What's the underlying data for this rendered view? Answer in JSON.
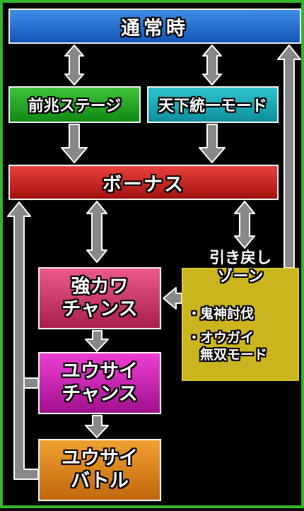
{
  "boxes": {
    "normal": "通常時",
    "zencho": "前兆ステージ",
    "tenka": "天下統一モード",
    "bonus": "ボーナス",
    "kyokawa": [
      "強カワ",
      "チャンス"
    ],
    "yusai_chance": [
      "ユウサイ",
      "チャンス"
    ],
    "yusai_battle": [
      "ユウサイ",
      "バトル"
    ]
  },
  "zone": {
    "title": [
      "引き戻し",
      "ゾーン"
    ],
    "bullet": "・",
    "items": [
      [
        "鬼神討伐"
      ],
      [
        "オウガイ",
        "無双モード"
      ]
    ]
  },
  "colors": {
    "frame": "#35b52c",
    "arrow_fill": "#888888",
    "arrow_stroke": "#ffffff"
  }
}
